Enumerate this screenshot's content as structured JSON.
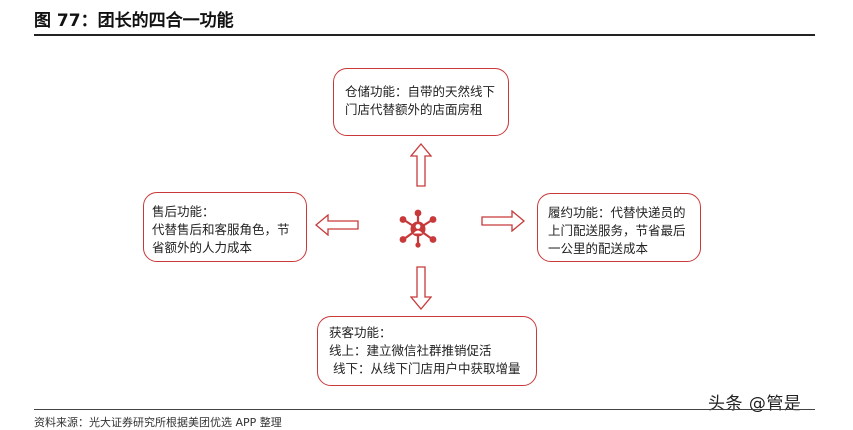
{
  "figure": {
    "title": "图 77：团长的四合一功能",
    "source": "资料来源：光大证券研究所根据美团优选 APP 整理",
    "watermark": "头条 @管是"
  },
  "functions": {
    "top": {
      "line1": "仓储功能：自带的天然线下",
      "line2": "门店代替额外的店面房租"
    },
    "left": {
      "line1": "售后功能：",
      "line2": "代替售后和客服角色，节",
      "line3": "省额外的人力成本"
    },
    "right": {
      "line1": "履约功能：代替快递员的",
      "line2": "上门配送服务，节省最后",
      "line3": "一公里的配送成本"
    },
    "bottom": {
      "line1": "获客功能：",
      "line2": "线上：建立微信社群推销促活",
      "line3": " 线下：从线下门店用户中获取增量"
    }
  },
  "colors": {
    "accent": "#c8393a",
    "text": "#222222"
  },
  "icons": {
    "center": "network-hub-icon"
  }
}
